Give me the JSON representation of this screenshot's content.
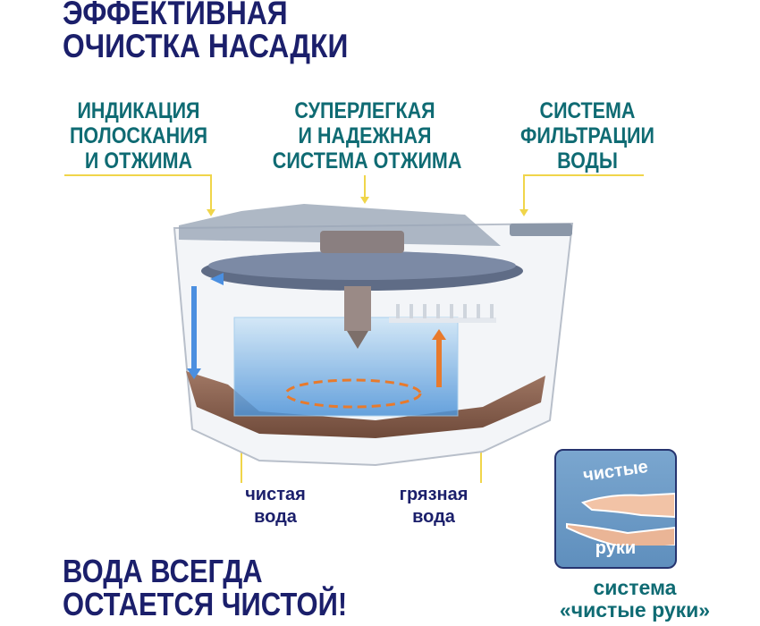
{
  "title": {
    "line1": "ЭФФЕКТИВНАЯ",
    "line2": "ОЧИСТКА НАСАДКИ"
  },
  "features": [
    {
      "lines": [
        "ИНДИКАЦИЯ",
        "ПОЛОСКАНИЯ",
        "И ОТЖИМА"
      ]
    },
    {
      "lines": [
        "СУПЕРЛЕГКАЯ",
        "И НАДЕЖНАЯ",
        "СИСТЕМА ОТЖИМА"
      ]
    },
    {
      "lines": [
        "СИСТЕМА",
        "ФИЛЬТРАЦИИ",
        "ВОДЫ"
      ]
    }
  ],
  "water_labels": {
    "clean": [
      "чистая",
      "вода"
    ],
    "dirty": [
      "грязная",
      "вода"
    ]
  },
  "bottom": {
    "line1": "ВОДА ВСЕГДА",
    "line2": "ОСТАЕТСЯ ЧИСТОЙ!"
  },
  "badge": {
    "top": "чистые",
    "bottom": "руки"
  },
  "system": {
    "line1": "система",
    "line2": "«чистые руки»"
  },
  "colors": {
    "navy": "#1b1f6b",
    "teal": "#0f6b73",
    "yellow": "#f0d54a",
    "badge_blue": "#6e9dc6"
  }
}
